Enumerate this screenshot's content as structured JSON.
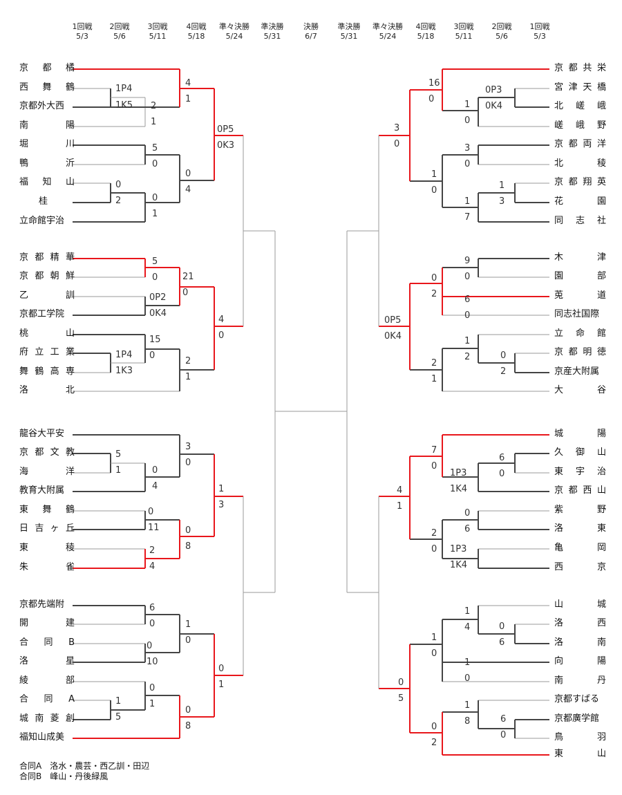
{
  "rounds_left": [
    {
      "name": "1回戦",
      "date": "5/3"
    },
    {
      "name": "2回戦",
      "date": "5/6"
    },
    {
      "name": "3回戦",
      "date": "5/11"
    },
    {
      "name": "4回戦",
      "date": "5/18"
    },
    {
      "name": "準々決勝",
      "date": "5/24"
    },
    {
      "name": "準決勝",
      "date": "5/31"
    }
  ],
  "final": {
    "name": "決勝",
    "date": "6/7"
  },
  "rounds_right": [
    {
      "name": "準決勝",
      "date": "5/31"
    },
    {
      "name": "準々決勝",
      "date": "5/24"
    },
    {
      "name": "4回戦",
      "date": "5/18"
    },
    {
      "name": "3回戦",
      "date": "5/11"
    },
    {
      "name": "2回戦",
      "date": "5/6"
    },
    {
      "name": "1回戦",
      "date": "5/3"
    }
  ],
  "left_teams": [
    "京 都 橘",
    "西 舞 鶴",
    "京都外大西",
    "南 陽",
    "堀 川",
    "鴨 沂",
    "福 知 山",
    "桂",
    "立命館宇治",
    "京 都 精 華",
    "京 都 朝 鮮",
    "乙 訓",
    "京都工学院",
    "桃 山",
    "府 立 工 業",
    "舞 鶴 高 専",
    "洛 北",
    "龍谷大平安",
    "京 都 文 教",
    "海 洋",
    "教育大附属",
    "東 舞 鶴",
    "日 吉 ヶ 丘",
    "東 稜",
    "朱 雀",
    "京都先端附",
    "開 建",
    "合 同 B",
    "洛 星",
    "綾 部",
    "合 同 A",
    "城 南 菱 創",
    "福知山成美"
  ],
  "right_teams": [
    "京 都 共 栄",
    "宮 津 天 橋",
    "北 嵯 峨",
    "嵯 峨 野",
    "京 都 両 洋",
    "北 稜",
    "京 都 翔 英",
    "花 園",
    "同 志 社",
    "木 津",
    "園 部",
    "莵 道",
    "同志社国際",
    "立 命 館",
    "京 都 明 徳",
    "京産大附属",
    "大 谷",
    "城 陽",
    "久 御 山",
    "東 宇 治",
    "京 都 西 山",
    "紫 野",
    "洛 東",
    "亀 岡",
    "西 京",
    "山 城",
    "洛 西",
    "洛 南",
    "向 陽",
    "南 丹",
    "京都すばる",
    "京都廣学館",
    "鳥 羽",
    "東 山"
  ],
  "scores": {
    "l_r1_a": [
      "1P4",
      "1K5"
    ],
    "l_r1_b": [
      "0",
      "2"
    ],
    "l_r1_c": [
      "1P4",
      "1K3"
    ],
    "l_r1_d": [
      "5",
      "1"
    ],
    "l_r1_e": [
      "1",
      "5"
    ],
    "l_r2": [
      [
        "2",
        "1"
      ],
      [
        "5",
        "0"
      ],
      [
        "0",
        "1"
      ],
      [
        "5",
        "0"
      ],
      [
        "0P2",
        "0K4"
      ],
      [
        "15",
        "0"
      ],
      [
        "0",
        "4"
      ],
      [
        "0",
        "11"
      ],
      [
        "2",
        "4"
      ],
      [
        "6",
        "0"
      ],
      [
        "0",
        "10"
      ],
      [
        "0",
        "1"
      ]
    ],
    "l_r3": [
      [
        "4",
        "1"
      ],
      [
        "0",
        "4"
      ],
      [
        "21",
        "0"
      ],
      [
        "2",
        "1"
      ],
      [
        "3",
        "0"
      ],
      [
        "0",
        "8"
      ],
      [
        "1",
        "0"
      ],
      [
        "0",
        "8"
      ]
    ],
    "l_r4": [
      [
        "0P5",
        "0K3"
      ],
      [
        "4",
        "0"
      ],
      [
        "1",
        "3"
      ],
      [
        "0",
        "1"
      ]
    ],
    "r_r1": [
      [
        "0P3",
        "0K4"
      ],
      [
        "1",
        "3"
      ],
      [
        "0",
        "2"
      ],
      [
        "6",
        "0"
      ],
      [
        "1P3",
        "1K4"
      ],
      [
        "1P3",
        "1K4"
      ],
      [
        "0",
        "6"
      ],
      [
        "6",
        "0"
      ]
    ],
    "r_r2": [
      [
        "1",
        "0"
      ],
      [
        "3",
        "0"
      ],
      [
        "1",
        "7"
      ],
      [
        "9",
        "0"
      ],
      [
        "6",
        "0"
      ],
      [
        "1",
        "2"
      ],
      [
        "0",
        "6"
      ],
      [
        "1",
        "4"
      ],
      [
        "1",
        "0"
      ],
      [
        "1",
        "8"
      ]
    ],
    "r_r3": [
      [
        "16",
        "0"
      ],
      [
        "1",
        "0"
      ],
      [
        "0",
        "2"
      ],
      [
        "2",
        "1"
      ],
      [
        "7",
        "0"
      ],
      [
        "2",
        "0"
      ],
      [
        "1",
        "0"
      ],
      [
        "0",
        "2"
      ]
    ],
    "r_r4": [
      [
        "3",
        "0"
      ],
      [
        "0P5",
        "0K4"
      ],
      [
        "4",
        "1"
      ],
      [
        "0",
        "5"
      ]
    ]
  },
  "notes": [
    "合同A　洛水・農芸・西乙訓・田辺",
    "合同B　峰山・丹後緑風"
  ],
  "colors": {
    "win": "#e8161b",
    "line": "#444444",
    "lose": "#9a9a9a"
  }
}
